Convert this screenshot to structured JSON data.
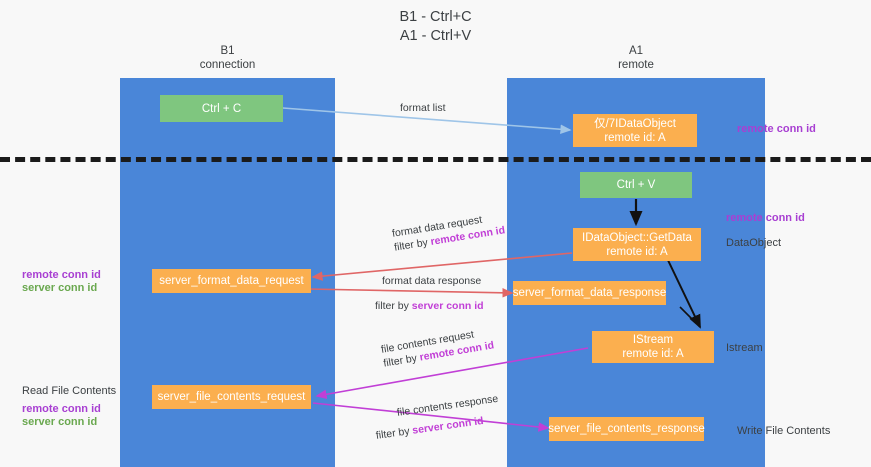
{
  "title": {
    "line1": "B1 - Ctrl+C",
    "line2": "A1 - Ctrl+V"
  },
  "lanes": [
    {
      "name": "B1",
      "sub": "connection"
    },
    {
      "name": "A1",
      "sub": "remote"
    }
  ],
  "boxes": {
    "ctrl_c": "Ctrl + C",
    "ctrl_v": "Ctrl + V",
    "idataobject_top_l1": "仅/7IDataObject",
    "idataobject_top_l2": "remote id: A",
    "getdata_l1": "IDataObject::GetData",
    "getdata_l2": "remote id: A",
    "istream_l1": "IStream",
    "istream_l2": "remote id: A",
    "server_format_data_request": "server_format_data_request",
    "server_format_data_response": "server_format_data_response",
    "server_file_contents_request": "server_file_contents_request",
    "server_file_contents_response": "server_file_contents_response"
  },
  "right_labels": {
    "remote_conn_id_top": "remote conn id",
    "remote_conn_id_mid": "remote conn id",
    "dataobject": "DataObject",
    "istream": "Istream",
    "write_file_contents": "Write File Contents"
  },
  "left_labels": {
    "remote_conn_id_1": "remote conn id",
    "server_conn_id_1": "server conn id",
    "read_file_contents": "Read File Contents",
    "remote_conn_id_2": "remote conn id",
    "server_conn_id_2": "server conn id"
  },
  "edges": {
    "format_list": "format list",
    "format_data_request": "format data request",
    "format_data_request_filter_prefix": "filter by ",
    "format_data_request_filter_key": "remote conn id",
    "format_data_response": "format data response",
    "format_data_response_filter_prefix": "filter by ",
    "format_data_response_filter_key": "server conn id",
    "file_contents_request": "file contents request",
    "file_contents_request_filter_prefix": "filter by ",
    "file_contents_request_filter_key": "remote conn id",
    "file_contents_response": "file contents response",
    "file_contents_response_filter_prefix": "filter by ",
    "file_contents_response_filter_key": "server conn id"
  },
  "colors": {
    "lane": "#4a86d8",
    "green_box": "#7fc67f",
    "orange_box": "#fbaf4f",
    "purple": "#a83fd2",
    "green_text": "#6aa84f",
    "arrow_blue": "#9fc5e8",
    "arrow_red": "#e06666",
    "arrow_magenta": "#c13fd6",
    "arrow_black": "#000000",
    "background": "#f8f8f8"
  }
}
